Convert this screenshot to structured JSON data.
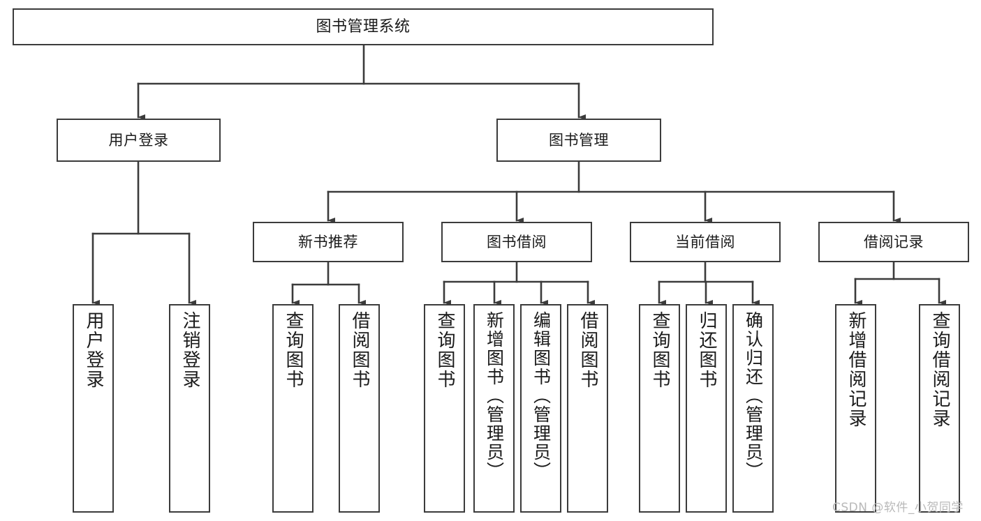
{
  "diagram": {
    "title": "图书管理系统",
    "type": "tree",
    "root": {
      "label": "图书管理系统"
    },
    "level2": [
      {
        "label": "用户登录"
      },
      {
        "label": "图书管理"
      }
    ],
    "level3": [
      {
        "label": "新书推荐"
      },
      {
        "label": "图书借阅"
      },
      {
        "label": "当前借阅"
      },
      {
        "label": "借阅记录"
      }
    ],
    "leaves": {
      "user_login": [
        {
          "label": "用户登录"
        },
        {
          "label": "注销登录"
        }
      ],
      "new_book_recommend": [
        {
          "label": "查询图书"
        },
        {
          "label": "借阅图书"
        }
      ],
      "book_borrow": [
        {
          "label": "查询图书"
        },
        {
          "label": "新增图书（管理员）"
        },
        {
          "label": "编辑图书（管理员）"
        },
        {
          "label": "借阅图书"
        }
      ],
      "current_borrow": [
        {
          "label": "查询图书"
        },
        {
          "label": "归还图书"
        },
        {
          "label": "确认归还（管理员）"
        }
      ],
      "borrow_record": [
        {
          "label": "新增借阅记录"
        },
        {
          "label": "查询借阅记录"
        }
      ]
    }
  },
  "watermark": {
    "text": "CSDN @软件_小贺同学"
  },
  "colors": {
    "border": "#3b3b3b",
    "background": "#ffffff",
    "text": "#1a1a1a",
    "watermark": "#b9b9b9"
  }
}
